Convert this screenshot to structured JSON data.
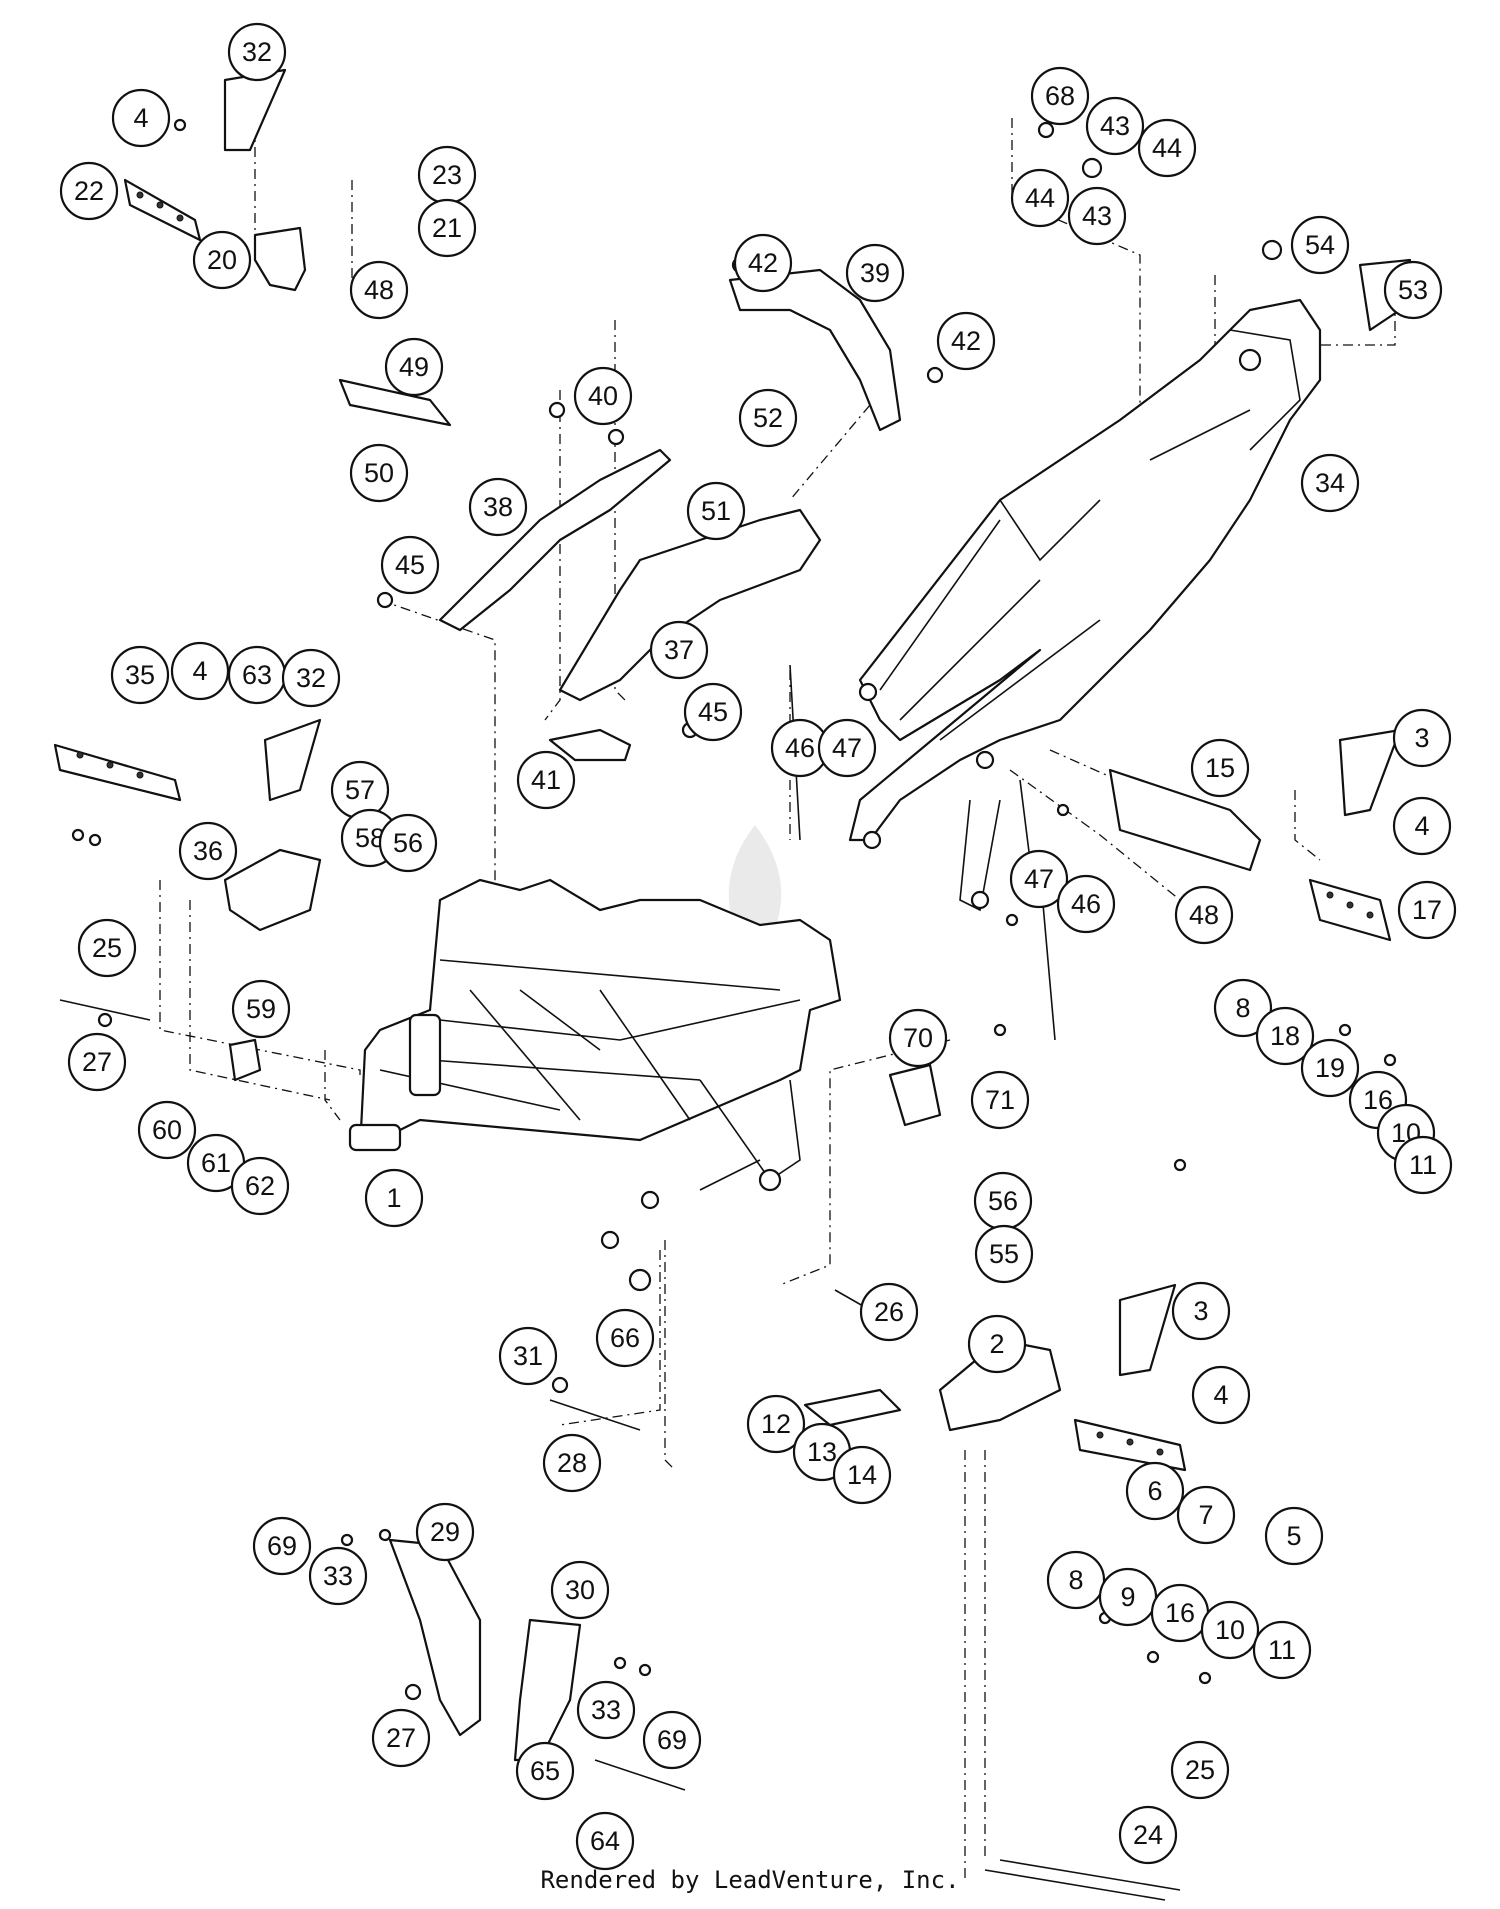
{
  "diagram": {
    "callouts": [
      "32",
      "4",
      "22",
      "23",
      "21",
      "20",
      "48",
      "49",
      "50",
      "68",
      "43",
      "44",
      "44",
      "43",
      "54",
      "53",
      "42",
      "39",
      "42",
      "40",
      "52",
      "51",
      "38",
      "34",
      "45",
      "37",
      "45",
      "46",
      "47",
      "41",
      "35",
      "4",
      "63",
      "32",
      "57",
      "58",
      "56",
      "36",
      "25",
      "59",
      "27",
      "15",
      "3",
      "4",
      "17",
      "47",
      "46",
      "48",
      "8",
      "18",
      "19",
      "16",
      "10",
      "11",
      "70",
      "71",
      "60",
      "61",
      "62",
      "1",
      "56",
      "55",
      "26",
      "66",
      "31",
      "2",
      "3",
      "4",
      "12",
      "13",
      "14",
      "28",
      "6",
      "7",
      "5",
      "69",
      "33",
      "29",
      "30",
      "8",
      "9",
      "16",
      "10",
      "11",
      "33",
      "69",
      "27",
      "65",
      "64",
      "25",
      "24"
    ],
    "credit": "Rendered by LeadVenture, Inc."
  }
}
